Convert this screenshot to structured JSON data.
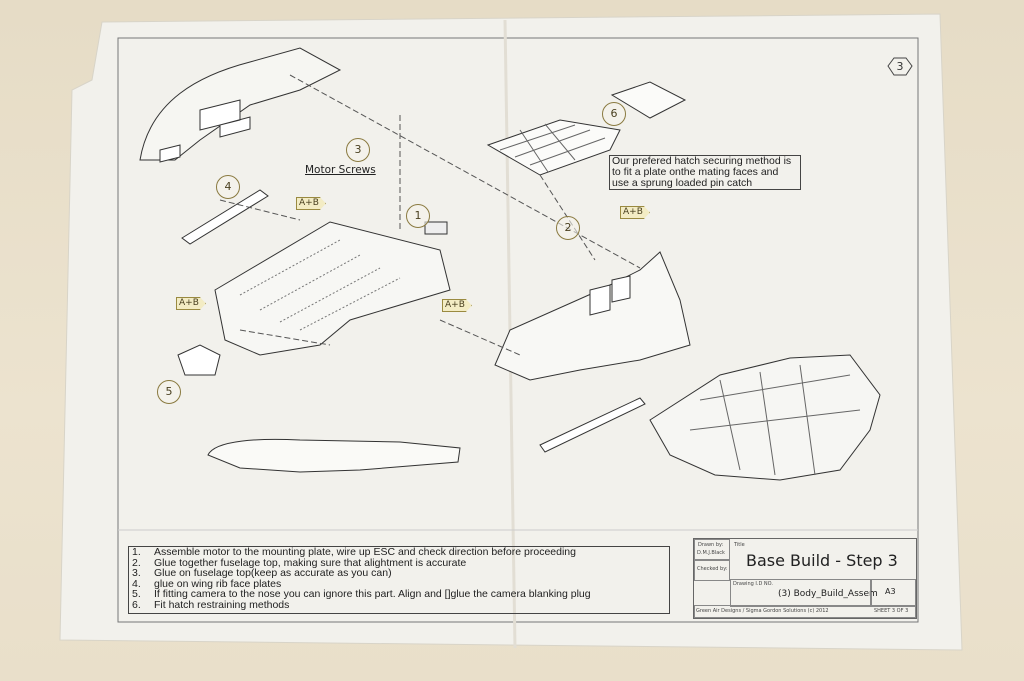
{
  "sheet_number": "3",
  "callouts": {
    "c1": "1",
    "c2": "2",
    "c3": "3",
    "c4": "4",
    "c5": "5",
    "c6": "6"
  },
  "tags": {
    "t1": "A+B",
    "t2": "A+B",
    "t3": "A+B",
    "t4": "A+B"
  },
  "motor_screws_label": "Motor Screws",
  "hatch_note": "Our prefered hatch securing method is to fit a plate onthe  mating faces and use a sprung loaded pin catch",
  "steps": [
    {
      "num": "1.",
      "text": "Assemble motor to the mounting plate, wire up ESC and check direction before proceeding"
    },
    {
      "num": "2.",
      "text": "Glue together fuselage top, making sure that alightment is accurate"
    },
    {
      "num": "3.",
      "text": "Glue on fuselage top(keep as accurate as you can)"
    },
    {
      "num": "4.",
      "text": "glue on wing rib face plates"
    },
    {
      "num": "5.",
      "text": "If fitting camera to the nose you can ignore this part. Align and []glue the camera blanking plug"
    },
    {
      "num": "6.",
      "text": "Fit hatch restraining methods"
    }
  ],
  "title_block": {
    "drawn_by_label": "Drawn by:",
    "drawn_by": "D.M.J.Black",
    "checked_by_label": "Checked by:",
    "title_label": "Title",
    "title": "Base Build - Step 3",
    "drawing_id_label": "Drawing I.D NO.",
    "drawing_id": "(3) Body_Build_Assem",
    "size": "A3",
    "copyright": "Green Air Designs / Sigma Gordon Solutions (c) 2012",
    "sheet": "SHEET 3 OF 3"
  }
}
